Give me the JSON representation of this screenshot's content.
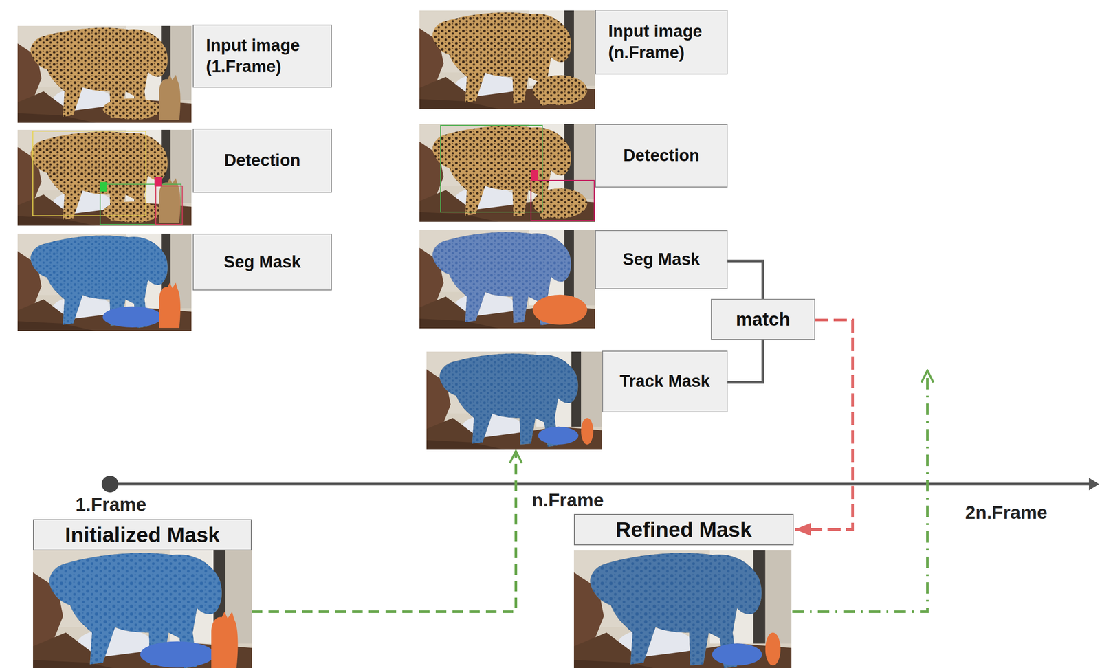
{
  "diagram": {
    "nodes": [
      {
        "text": [
          "Input image (1.Frame)"
        ]
      },
      {
        "text": [
          "Detection"
        ]
      },
      {
        "text": [
          "Seg Mask"
        ]
      },
      {
        "text": [
          "Input image (n.Frame)"
        ]
      },
      {
        "text": [
          "Detection"
        ]
      },
      {
        "text": [
          "Seg Mask"
        ]
      },
      {
        "text": [
          "match"
        ]
      },
      {
        "text": [
          "Track Mask"
        ]
      },
      {
        "text": [
          "Initialized Mask"
        ]
      },
      {
        "text": [
          "Refined Mask"
        ]
      }
    ],
    "edges": [
      {
        "from": 8,
        "to": 7,
        "arrow": "to"
      },
      {
        "from": 5,
        "to": 6,
        "arrow": "none"
      },
      {
        "from": 7,
        "to": 6,
        "arrow": "none"
      },
      {
        "from": 6,
        "to": 9,
        "arrow": "to"
      }
    ],
    "labels": [
      "1.Frame",
      "n.Frame",
      "2n.Frame"
    ]
  }
}
